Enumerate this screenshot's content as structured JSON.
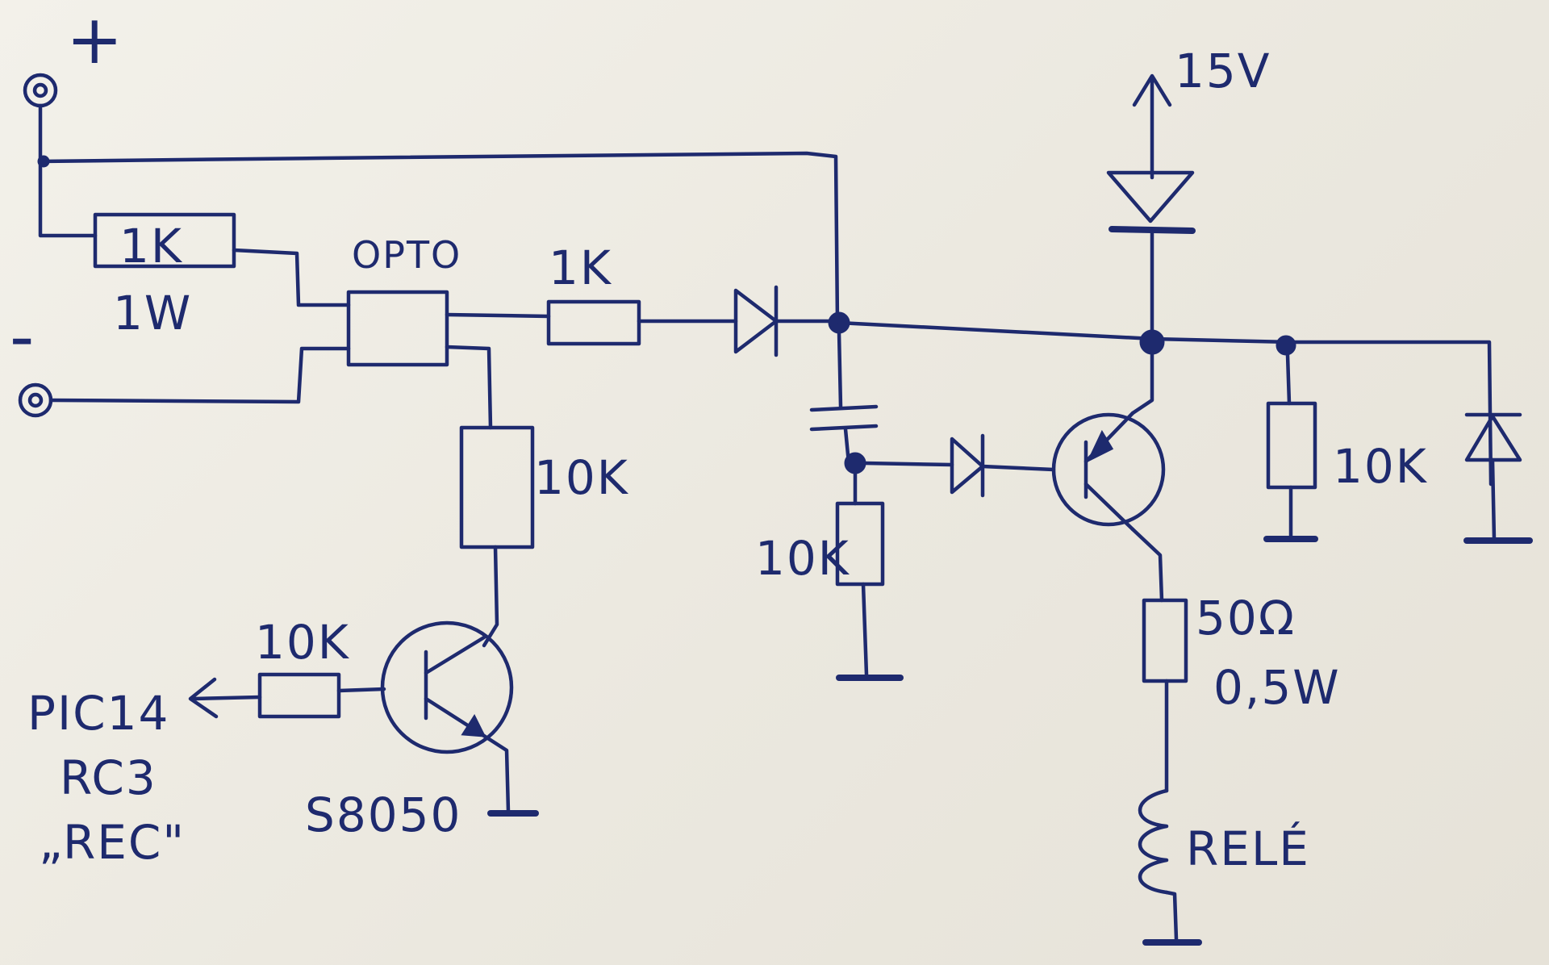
{
  "labels": {
    "terminal_plus": "+",
    "terminal_minus": "-",
    "input_resistor_value": "1K",
    "input_resistor_power": "1W",
    "opto": "OPTO",
    "opto_resistor": "1K",
    "pullup_resistor": "10K",
    "base_resistor": "10K",
    "pic_line1": "PIC14",
    "pic_line2": "RC3",
    "pic_line3": "„REC\"",
    "transistor_npn": "S8050",
    "cap_resistor": "10K",
    "supply": "15V",
    "right_resistor": "10K",
    "relay_resistor_value": "50Ω",
    "relay_resistor_power": "0,5W",
    "relay": "RELÉ"
  },
  "colors": {
    "ink": "#1e2a6e",
    "paper": "#efece4"
  }
}
